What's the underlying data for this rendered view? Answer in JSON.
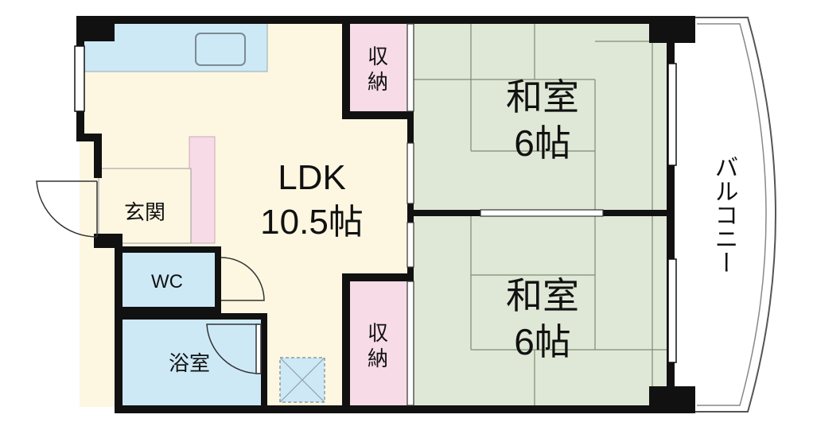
{
  "rooms": {
    "ldk_name": "LDK",
    "ldk_size": "10.5帖",
    "washitsu_upper_name": "和室",
    "washitsu_upper_size": "6帖",
    "washitsu_lower_name": "和室",
    "washitsu_lower_size": "6帖",
    "storage_upper_line1": "収",
    "storage_upper_line2": "納",
    "storage_lower_line1": "収",
    "storage_lower_line2": "納",
    "entrance": "玄関",
    "wc": "WC",
    "bathroom": "浴室",
    "balcony": "バルコニー"
  },
  "colors": {
    "wall": "#111111",
    "ldk_floor": "#fdf7e2",
    "tatami": "#dfe8d6",
    "tatami_line": "#7d8a73",
    "storage": "#f7dbe6",
    "kitchen": "#cde9f6",
    "wet_area": "#cde9f6"
  }
}
